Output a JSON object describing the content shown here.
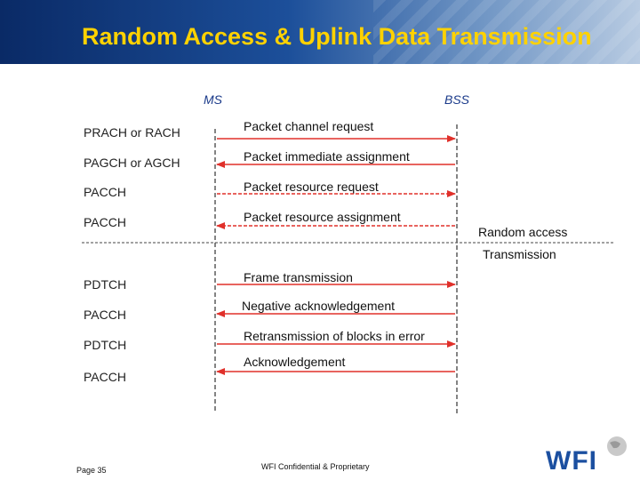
{
  "title": "Random Access & Uplink Data Transmission",
  "entities": {
    "ms": "MS",
    "bss": "BSS"
  },
  "channels": [
    "PRACH or RACH",
    "PAGCH or AGCH",
    "PACCH",
    "PACCH",
    "PDTCH",
    "PACCH",
    "PDTCH",
    "PACCH"
  ],
  "messages": [
    {
      "label": "Packet channel request",
      "direction": "ms-to-bss",
      "style": "solid"
    },
    {
      "label": "Packet immediate assignment",
      "direction": "bss-to-ms",
      "style": "solid"
    },
    {
      "label": "Packet resource request",
      "direction": "ms-to-bss",
      "style": "dashed"
    },
    {
      "label": "Packet resource assignment",
      "direction": "bss-to-ms",
      "style": "dashed"
    },
    {
      "label": "Frame transmission",
      "direction": "ms-to-bss",
      "style": "solid"
    },
    {
      "label": "Negative acknowledgement",
      "direction": "bss-to-ms",
      "style": "solid"
    },
    {
      "label": "Retransmission of blocks in error",
      "direction": "ms-to-bss",
      "style": "solid"
    },
    {
      "label": "Acknowledgement",
      "direction": "bss-to-ms",
      "style": "solid"
    }
  ],
  "phase_labels": {
    "random_access": "Random access",
    "transmission": "Transmission"
  },
  "footer": {
    "page": "Page 35",
    "confidential": "WFI Confidential & Proprietary",
    "logo": "WFI"
  },
  "colors": {
    "arrow": "#e0302a",
    "title": "#ffd200",
    "header": "#1c4f9a",
    "entity": "#1a3a8a"
  }
}
